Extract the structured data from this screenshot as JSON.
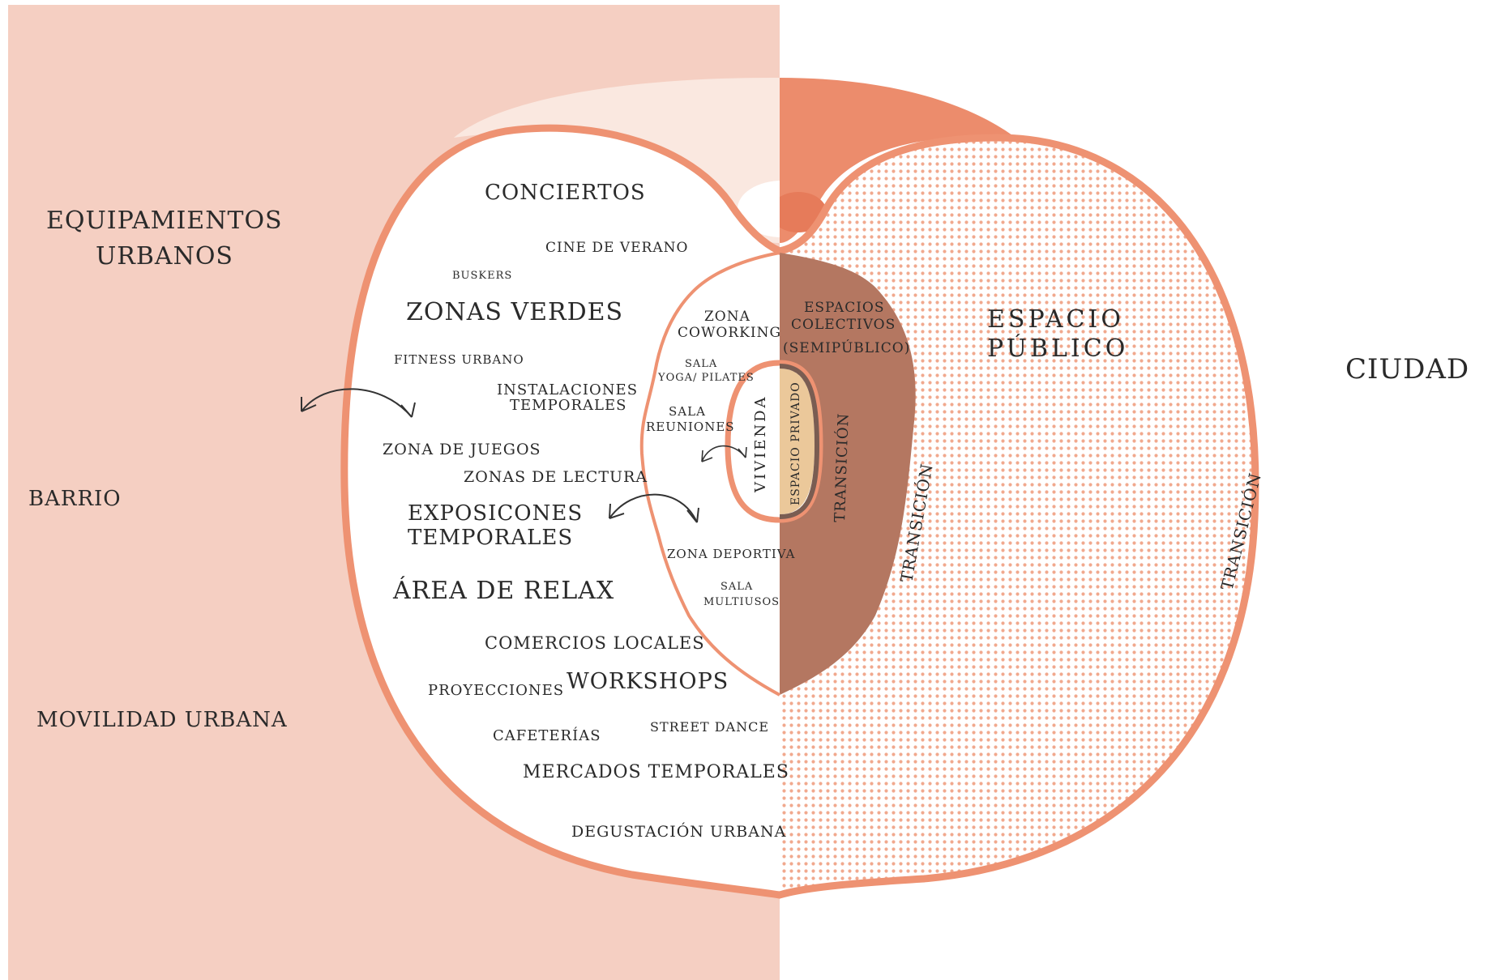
{
  "colors": {
    "left_panel": "#f5cfc2",
    "outline": "#ee9272",
    "top_right": "#ec8c6c",
    "top_left": "#fae8e0",
    "dots": "#f1a98e",
    "collective": "#b47761",
    "private": "#ebc89a",
    "private_border": "#7a5d52",
    "text": "#2a2a2a"
  },
  "left_labels": {
    "equipamientos_1": "EQUIPAMIENTOS",
    "equipamientos_2": "URBANOS",
    "barrio": "BARRIO",
    "movilidad": "MOVILIDAD URBANA"
  },
  "right_labels": {
    "ciudad": "CIUDAD",
    "espacio_publico_1": "ESPACIO",
    "espacio_publico_2": "PÚBLICO",
    "transicion_outer": "TRANSICIÓN",
    "transicion_mid": "TRANSICIÓN"
  },
  "activities": {
    "conciertos": "CONCIERTOS",
    "cine_de_verano": "CINE DE VERANO",
    "buskers": "BUSKERS",
    "zonas_verdes": "ZONAS VERDES",
    "fitness_urbano": "FITNESS URBANO",
    "instalaciones_1": "INSTALACIONES",
    "instalaciones_2": "TEMPORALES",
    "zona_de_juegos": "ZONA DE JUEGOS",
    "zonas_de_lectura": "ZONAS DE LECTURA",
    "exposiciones_1": "EXPOSICONES",
    "exposiciones_2": "TEMPORALES",
    "area_de_relax": "ÁREA DE RELAX",
    "comercios_locales": "COMERCIOS LOCALES",
    "proyecciones": "PROYECCIONES",
    "workshops": "WORKSHOPS",
    "cafeterias": "CAFETERÍAS",
    "street_dance": "STREET DANCE",
    "mercados_temporales": "MERCADOS TEMPORALES",
    "degustacion_urbana": "DEGUSTACIÓN URBANA"
  },
  "collective": {
    "zona_coworking_1": "ZONA",
    "zona_coworking_2": "COWORKING",
    "sala_yoga_1": "SALA",
    "sala_yoga_2": "YOGA/ PILATES",
    "sala_reuniones_1": "SALA",
    "sala_reuniones_2": "REUNIONES",
    "zona_deportiva": "ZONA DEPORTIVA",
    "sala_multiusos_1": "SALA",
    "sala_multiusos_2": "MULTIUSOS",
    "espacios_colectivos_1": "ESPACIOS",
    "espacios_colectivos_2": "COLECTIVOS",
    "espacios_colectivos_3": "(SEMIPÚBLICO)",
    "transicion_inner": "TRANSICIÓN"
  },
  "core": {
    "vivienda": "VIVIENDA",
    "espacio_privado": "ESPACIO PRIVADO"
  }
}
